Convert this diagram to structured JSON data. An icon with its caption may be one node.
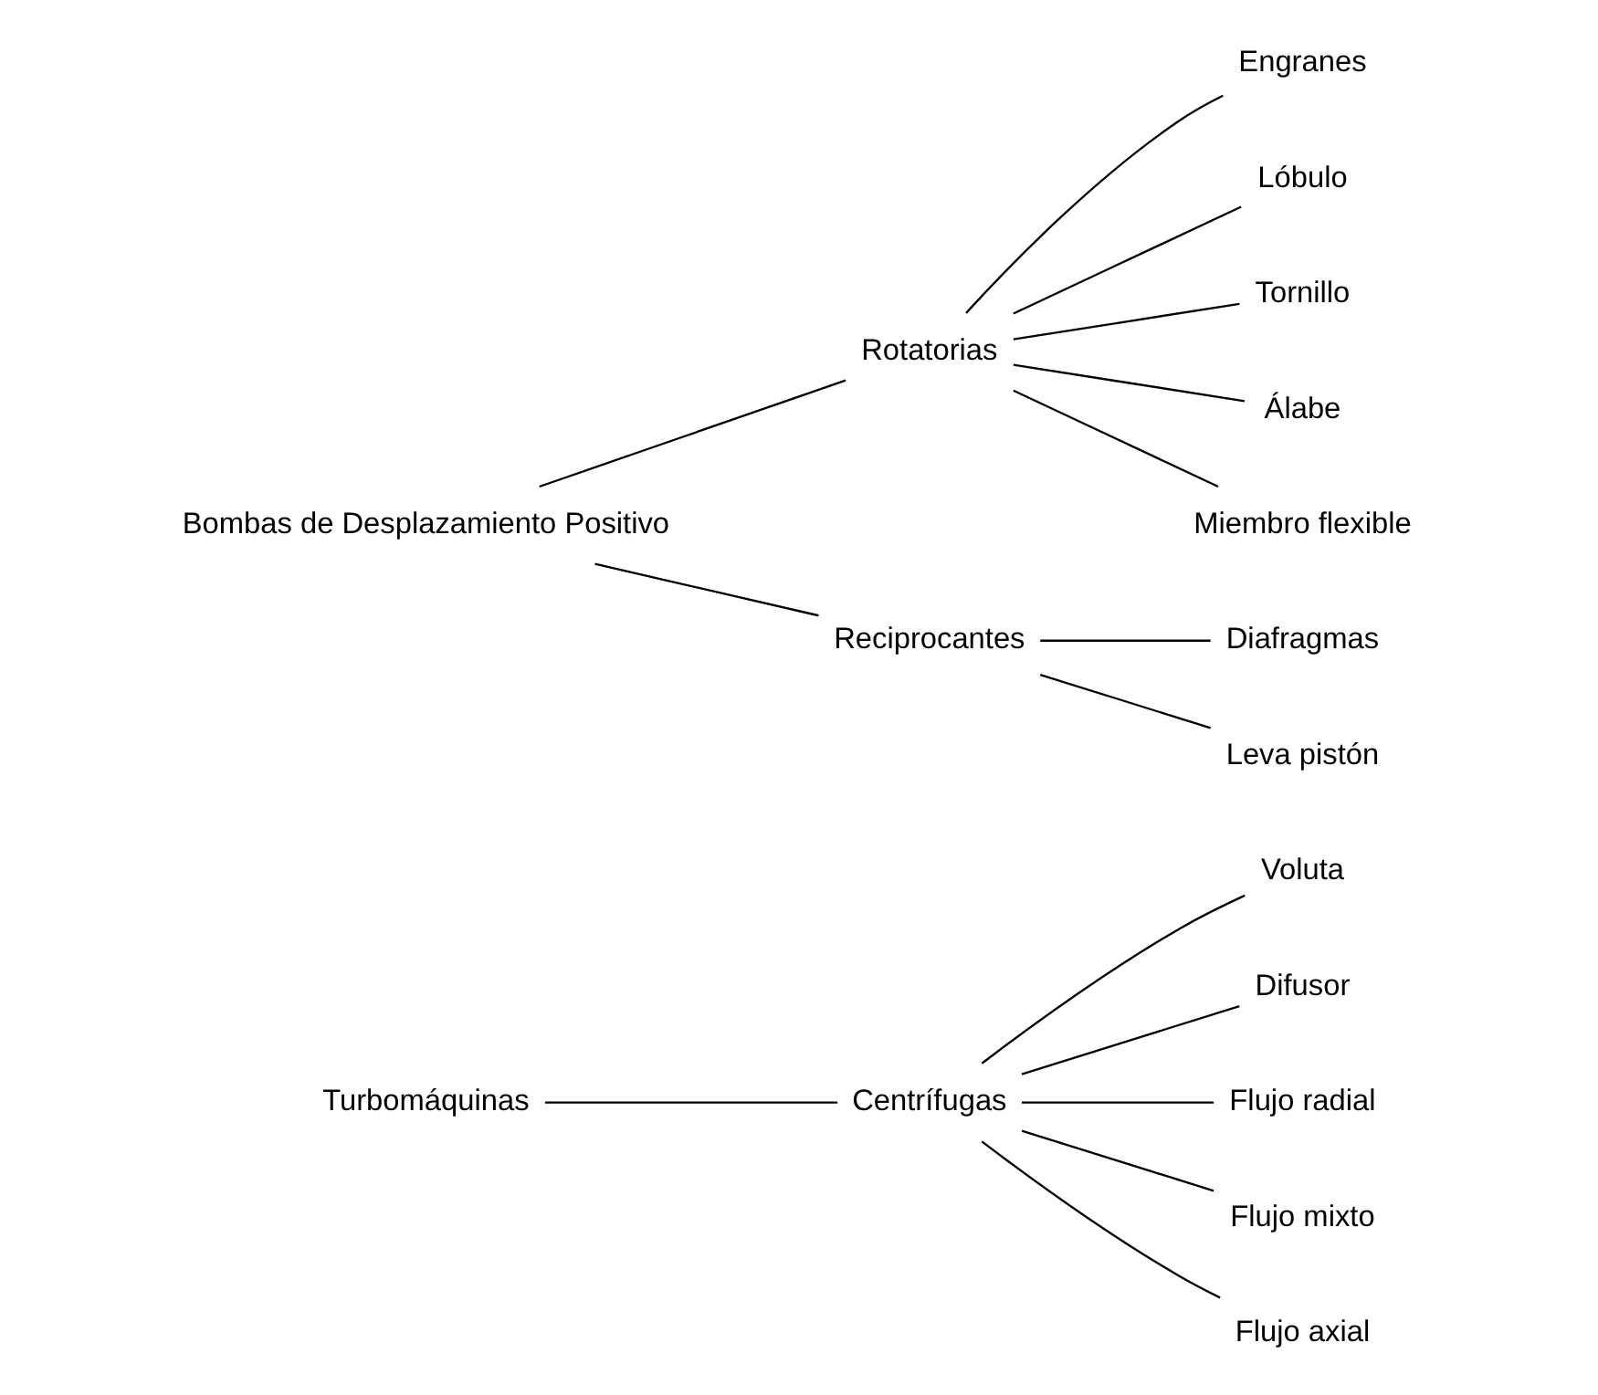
{
  "diagram": {
    "nodes": [
      {
        "text": [
          "Turbomáquinas"
        ]
      },
      {
        "text": [
          "Centrífugas"
        ]
      },
      {
        "text": [
          "Voluta"
        ]
      },
      {
        "text": [
          "Difusor"
        ]
      },
      {
        "text": [
          "Flujo radial"
        ]
      },
      {
        "text": [
          "Flujo mixto"
        ]
      },
      {
        "text": [
          "Flujo axial"
        ]
      },
      {
        "text": [
          "Bombas de Desplazamiento Positivo"
        ]
      },
      {
        "text": [
          "Rotatorias"
        ]
      },
      {
        "text": [
          "Engranes"
        ]
      },
      {
        "text": [
          "Lóbulo"
        ]
      },
      {
        "text": [
          "Tornillo"
        ]
      },
      {
        "text": [
          "Álabe"
        ]
      },
      {
        "text": [
          "Miembro flexible"
        ]
      },
      {
        "text": [
          "Reciprocantes"
        ]
      },
      {
        "text": [
          "Diafragmas"
        ]
      },
      {
        "text": [
          "Leva pistón"
        ]
      }
    ],
    "edges": [
      {
        "from": 0,
        "to": 1,
        "arrow": "none"
      },
      {
        "from": 1,
        "to": 2,
        "arrow": "none"
      },
      {
        "from": 1,
        "to": 3,
        "arrow": "none"
      },
      {
        "from": 1,
        "to": 4,
        "arrow": "none"
      },
      {
        "from": 1,
        "to": 5,
        "arrow": "none"
      },
      {
        "from": 1,
        "to": 6,
        "arrow": "none"
      },
      {
        "from": 7,
        "to": 8,
        "arrow": "none"
      },
      {
        "from": 7,
        "to": 14,
        "arrow": "none"
      },
      {
        "from": 8,
        "to": 9,
        "arrow": "none"
      },
      {
        "from": 8,
        "to": 10,
        "arrow": "none"
      },
      {
        "from": 8,
        "to": 11,
        "arrow": "none"
      },
      {
        "from": 8,
        "to": 12,
        "arrow": "none"
      },
      {
        "from": 8,
        "to": 13,
        "arrow": "none"
      },
      {
        "from": 14,
        "to": 15,
        "arrow": "none"
      },
      {
        "from": 14,
        "to": 16,
        "arrow": "none"
      }
    ]
  }
}
